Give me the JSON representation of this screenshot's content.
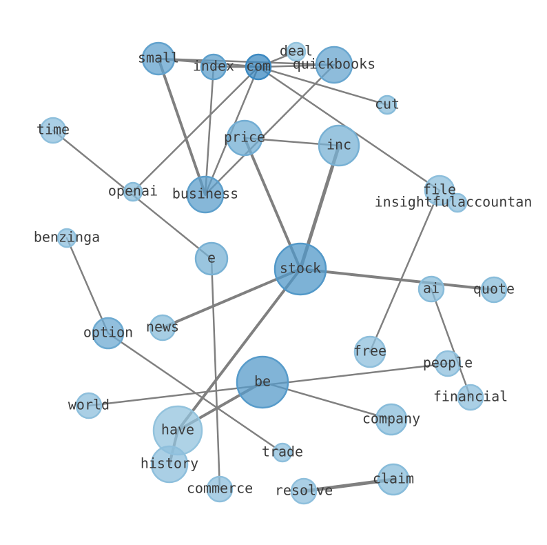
{
  "graph": {
    "type": "network",
    "nodes": [
      {
        "id": "small",
        "label": "small",
        "weight": 0.55
      },
      {
        "id": "index",
        "label": "index",
        "weight": 0.6
      },
      {
        "id": "com",
        "label": "com",
        "weight": 0.9
      },
      {
        "id": "deal",
        "label": "deal",
        "weight": 0.1
      },
      {
        "id": "quickbooks",
        "label": "quickbooks",
        "weight": 0.5
      },
      {
        "id": "cut",
        "label": "cut",
        "weight": 0.2
      },
      {
        "id": "time",
        "label": "time",
        "weight": 0.15
      },
      {
        "id": "price",
        "label": "price",
        "weight": 0.4
      },
      {
        "id": "inc",
        "label": "inc",
        "weight": 0.35
      },
      {
        "id": "openai",
        "label": "openai",
        "weight": 0.2
      },
      {
        "id": "business",
        "label": "business",
        "weight": 0.6
      },
      {
        "id": "file",
        "label": "file",
        "weight": 0.15
      },
      {
        "id": "insightfulaccountant",
        "label": "insightfulaccountan",
        "weight": 0.15
      },
      {
        "id": "benzinga",
        "label": "benzinga",
        "weight": 0.15
      },
      {
        "id": "e",
        "label": "e",
        "weight": 0.35
      },
      {
        "id": "stock",
        "label": "stock",
        "weight": 0.7
      },
      {
        "id": "ai",
        "label": "ai",
        "weight": 0.2
      },
      {
        "id": "quote",
        "label": "quote",
        "weight": 0.2
      },
      {
        "id": "news",
        "label": "news",
        "weight": 0.2
      },
      {
        "id": "option",
        "label": "option",
        "weight": 0.45
      },
      {
        "id": "free",
        "label": "free",
        "weight": 0.15
      },
      {
        "id": "people",
        "label": "people",
        "weight": 0.15
      },
      {
        "id": "be",
        "label": "be",
        "weight": 0.65
      },
      {
        "id": "financial",
        "label": "financial",
        "weight": 0.15
      },
      {
        "id": "world",
        "label": "world",
        "weight": 0.15
      },
      {
        "id": "company",
        "label": "company",
        "weight": 0.2
      },
      {
        "id": "have",
        "label": "have",
        "weight": 0.1
      },
      {
        "id": "trade",
        "label": "trade",
        "weight": 0.15
      },
      {
        "id": "history",
        "label": "history",
        "weight": 0.15
      },
      {
        "id": "commerce",
        "label": "commerce",
        "weight": 0.15
      },
      {
        "id": "resolve",
        "label": "resolve",
        "weight": 0.15
      },
      {
        "id": "claim",
        "label": "claim",
        "weight": 0.2
      }
    ],
    "edges": [
      {
        "source": "small",
        "target": "com",
        "weight": 3
      },
      {
        "source": "small",
        "target": "quickbooks",
        "weight": 2.5
      },
      {
        "source": "small",
        "target": "business",
        "weight": 4
      },
      {
        "source": "index",
        "target": "com",
        "weight": 2.5
      },
      {
        "source": "index",
        "target": "business",
        "weight": 2.5
      },
      {
        "source": "com",
        "target": "deal",
        "weight": 2.5
      },
      {
        "source": "com",
        "target": "quickbooks",
        "weight": 2.5
      },
      {
        "source": "com",
        "target": "cut",
        "weight": 2.5
      },
      {
        "source": "com",
        "target": "openai",
        "weight": 2.5
      },
      {
        "source": "com",
        "target": "business",
        "weight": 2.5
      },
      {
        "source": "com",
        "target": "file",
        "weight": 2.5
      },
      {
        "source": "quickbooks",
        "target": "business",
        "weight": 2.5
      },
      {
        "source": "price",
        "target": "inc",
        "weight": 2.5
      },
      {
        "source": "price",
        "target": "stock",
        "weight": 4
      },
      {
        "source": "inc",
        "target": "stock",
        "weight": 5
      },
      {
        "source": "time",
        "target": "e",
        "weight": 2.5
      },
      {
        "source": "file",
        "target": "free",
        "weight": 2.5
      },
      {
        "source": "stock",
        "target": "quote",
        "weight": 4
      },
      {
        "source": "stock",
        "target": "news",
        "weight": 4
      },
      {
        "source": "stock",
        "target": "have",
        "weight": 4
      },
      {
        "source": "ai",
        "target": "financial",
        "weight": 2.5
      },
      {
        "source": "benzinga",
        "target": "option",
        "weight": 2.5
      },
      {
        "source": "option",
        "target": "trade",
        "weight": 2.5
      },
      {
        "source": "e",
        "target": "commerce",
        "weight": 2.5
      },
      {
        "source": "world",
        "target": "people",
        "weight": 2.5
      },
      {
        "source": "be",
        "target": "have",
        "weight": 4
      },
      {
        "source": "be",
        "target": "company",
        "weight": 2.5
      },
      {
        "source": "have",
        "target": "history",
        "weight": 4
      },
      {
        "source": "resolve",
        "target": "claim",
        "weight": 5
      }
    ]
  }
}
